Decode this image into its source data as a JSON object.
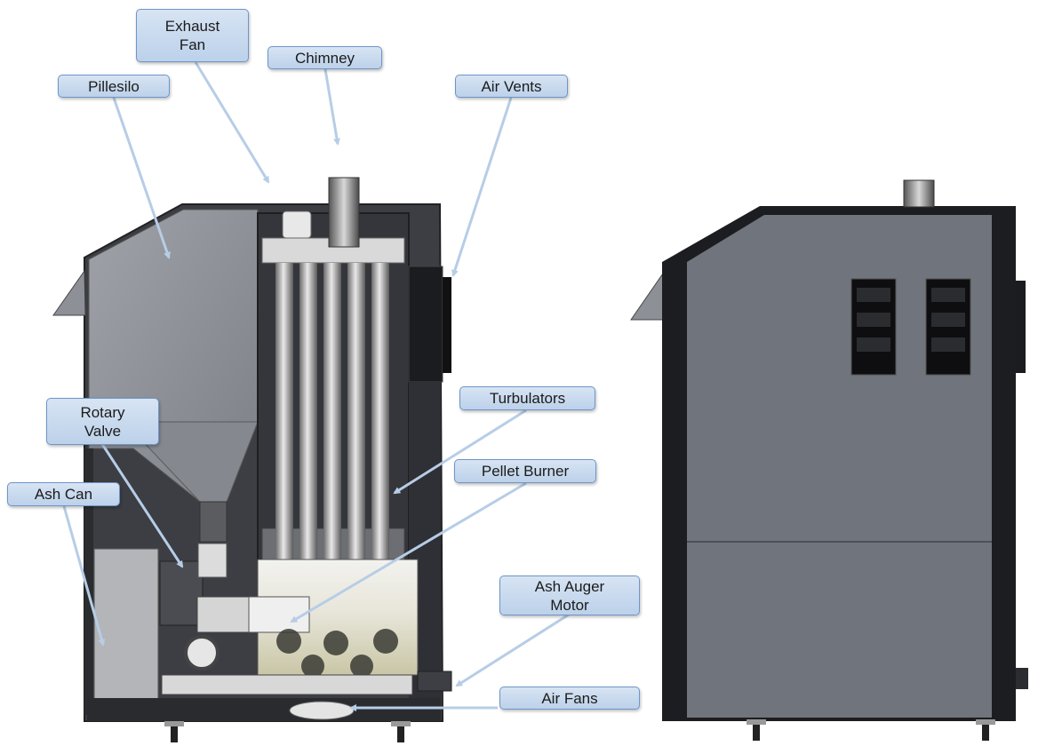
{
  "labels": {
    "exhaust_fan": [
      "Exhaust",
      "Fan"
    ],
    "chimney": "Chimney",
    "pillesilo": "Pillesilo",
    "air_vents": "Air Vents",
    "turbulators": "Turbulators",
    "rotary_valve": [
      "Rotary",
      "Valve"
    ],
    "pellet_burner": "Pellet Burner",
    "ash_can": "Ash Can",
    "ash_auger_motor": [
      "Ash Auger",
      "Motor"
    ],
    "air_fans": "Air Fans"
  },
  "colors": {
    "callout_fill": "#c9dbf0",
    "callout_border": "#6e95c7",
    "arrow": "#b7cde6",
    "body_panel": "#6f737c",
    "frame": "#1c1d20",
    "metal_light": "#c8c8c8"
  }
}
